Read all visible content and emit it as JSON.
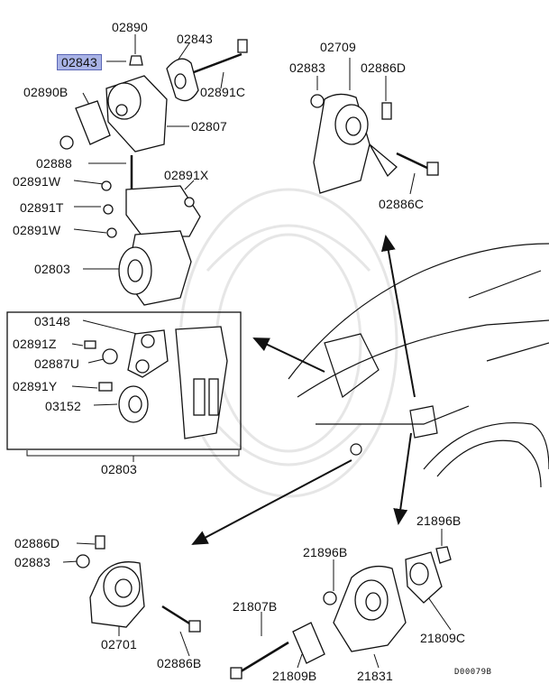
{
  "labels": {
    "p02890": "02890",
    "p02843_selected": "02843",
    "p02843": "02843",
    "p02890B": "02890B",
    "p02891C": "02891C",
    "p02807": "02807",
    "p02888": "02888",
    "p02891W_a": "02891W",
    "p02891X": "02891X",
    "p02891T": "02891T",
    "p02891W_b": "02891W",
    "p02803_a": "02803",
    "p03148": "03148",
    "p02891Z": "02891Z",
    "p02887U": "02887U",
    "p02891Y": "02891Y",
    "p03152": "03152",
    "p02803_b": "02803",
    "p02709": "02709",
    "p02883_a": "02883",
    "p02886D_a": "02886D",
    "p02886C_a": "02886C",
    "p02886D_b": "02886D",
    "p02883_b": "02883",
    "p02701": "02701",
    "p02886B": "02886B",
    "p21896B_a": "21896B",
    "p21896B_b": "21896B",
    "p21807B": "21807B",
    "p21809C": "21809C",
    "p21809B": "21809B",
    "p21831": "21831"
  },
  "diagram_code": "D00079B",
  "colors": {
    "highlight": "#a9b3e6",
    "line": "#111111"
  }
}
